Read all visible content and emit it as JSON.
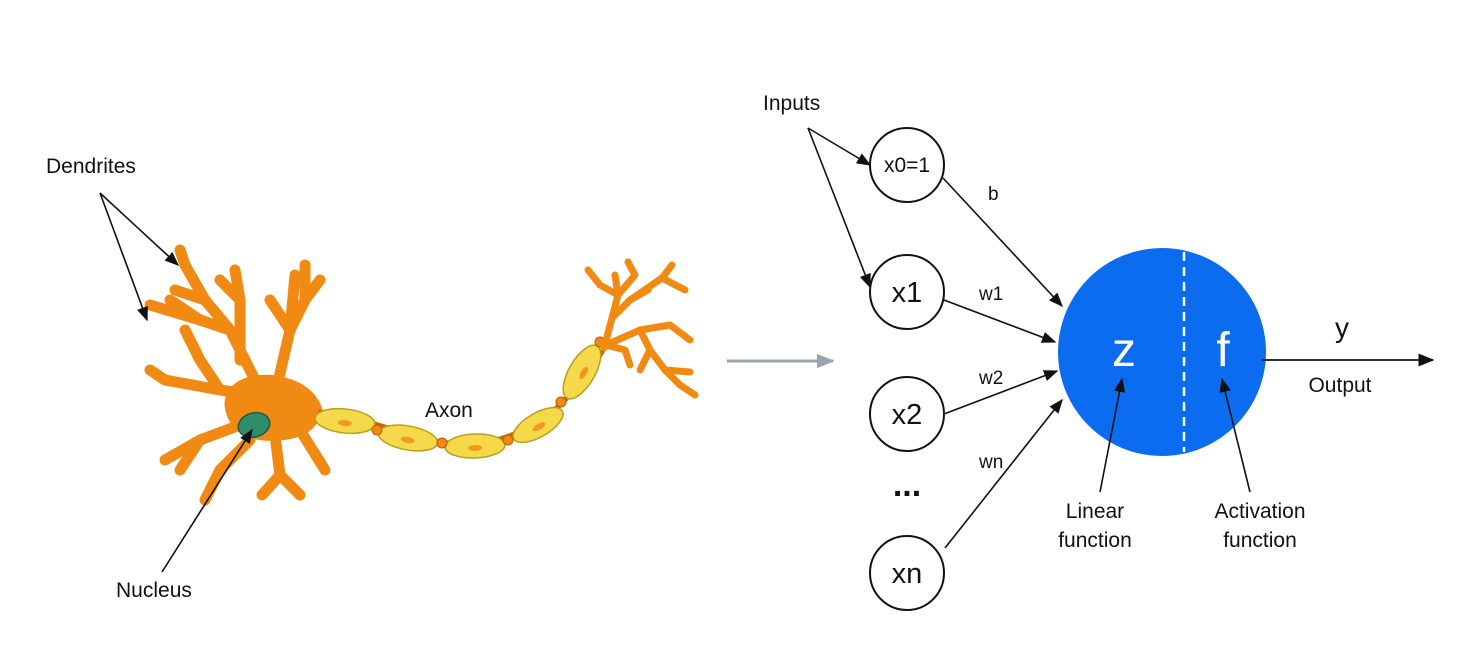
{
  "biological_neuron": {
    "labels": {
      "dendrites": "Dendrites",
      "axon": "Axon",
      "nucleus": "Nucleus"
    },
    "colors": {
      "soma": "#f08a12",
      "soma_stroke": "#b85c00",
      "nucleus": "#2e8b6b",
      "myelin": "#f5d94a",
      "myelin_stroke": "#b7a01a",
      "node": "#f08a12"
    }
  },
  "transition_arrow_color": "#9aa4b0",
  "artificial_neuron": {
    "inputs_label": "Inputs",
    "inputs": [
      {
        "label": "x0=1",
        "weight": "b"
      },
      {
        "label": "x1",
        "weight": "w1"
      },
      {
        "label": "x2",
        "weight": "w2"
      },
      {
        "label": "xn",
        "weight": "wn"
      }
    ],
    "ellipsis": "...",
    "unit": {
      "linear_symbol": "z",
      "activation_symbol": "f",
      "color": "#0b6cf0"
    },
    "linear_label": [
      "Linear",
      "function"
    ],
    "activation_label": [
      "Activation",
      "function"
    ],
    "output_symbol": "y",
    "output_label": "Output"
  }
}
